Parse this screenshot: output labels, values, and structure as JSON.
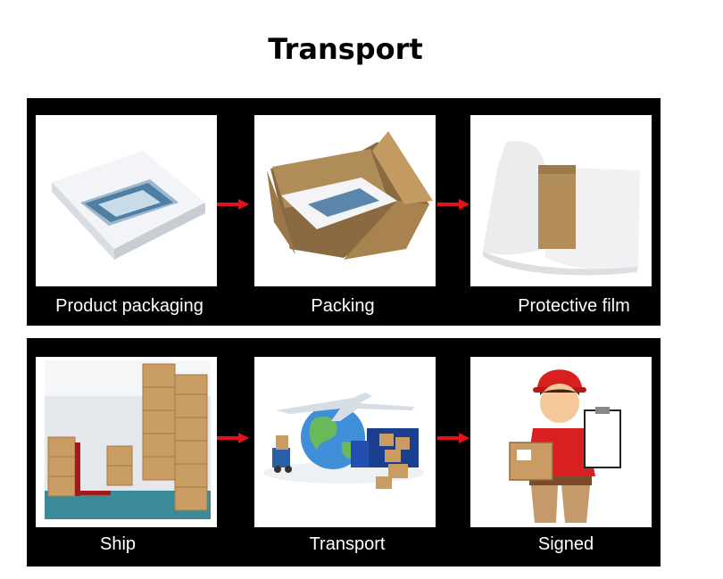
{
  "title": "Transport",
  "steps": [
    {
      "label": "Product packaging",
      "icon": "product-box-icon"
    },
    {
      "label": "Packing",
      "icon": "carton-box-icon"
    },
    {
      "label": "Protective film",
      "icon": "protective-film-icon"
    },
    {
      "label": "Ship",
      "icon": "warehouse-icon"
    },
    {
      "label": "Transport",
      "icon": "logistics-globe-icon"
    },
    {
      "label": "Signed",
      "icon": "courier-icon"
    }
  ],
  "colors": {
    "panel": "#000000",
    "arrow": "#e8101a",
    "caption": "#ffffff"
  }
}
